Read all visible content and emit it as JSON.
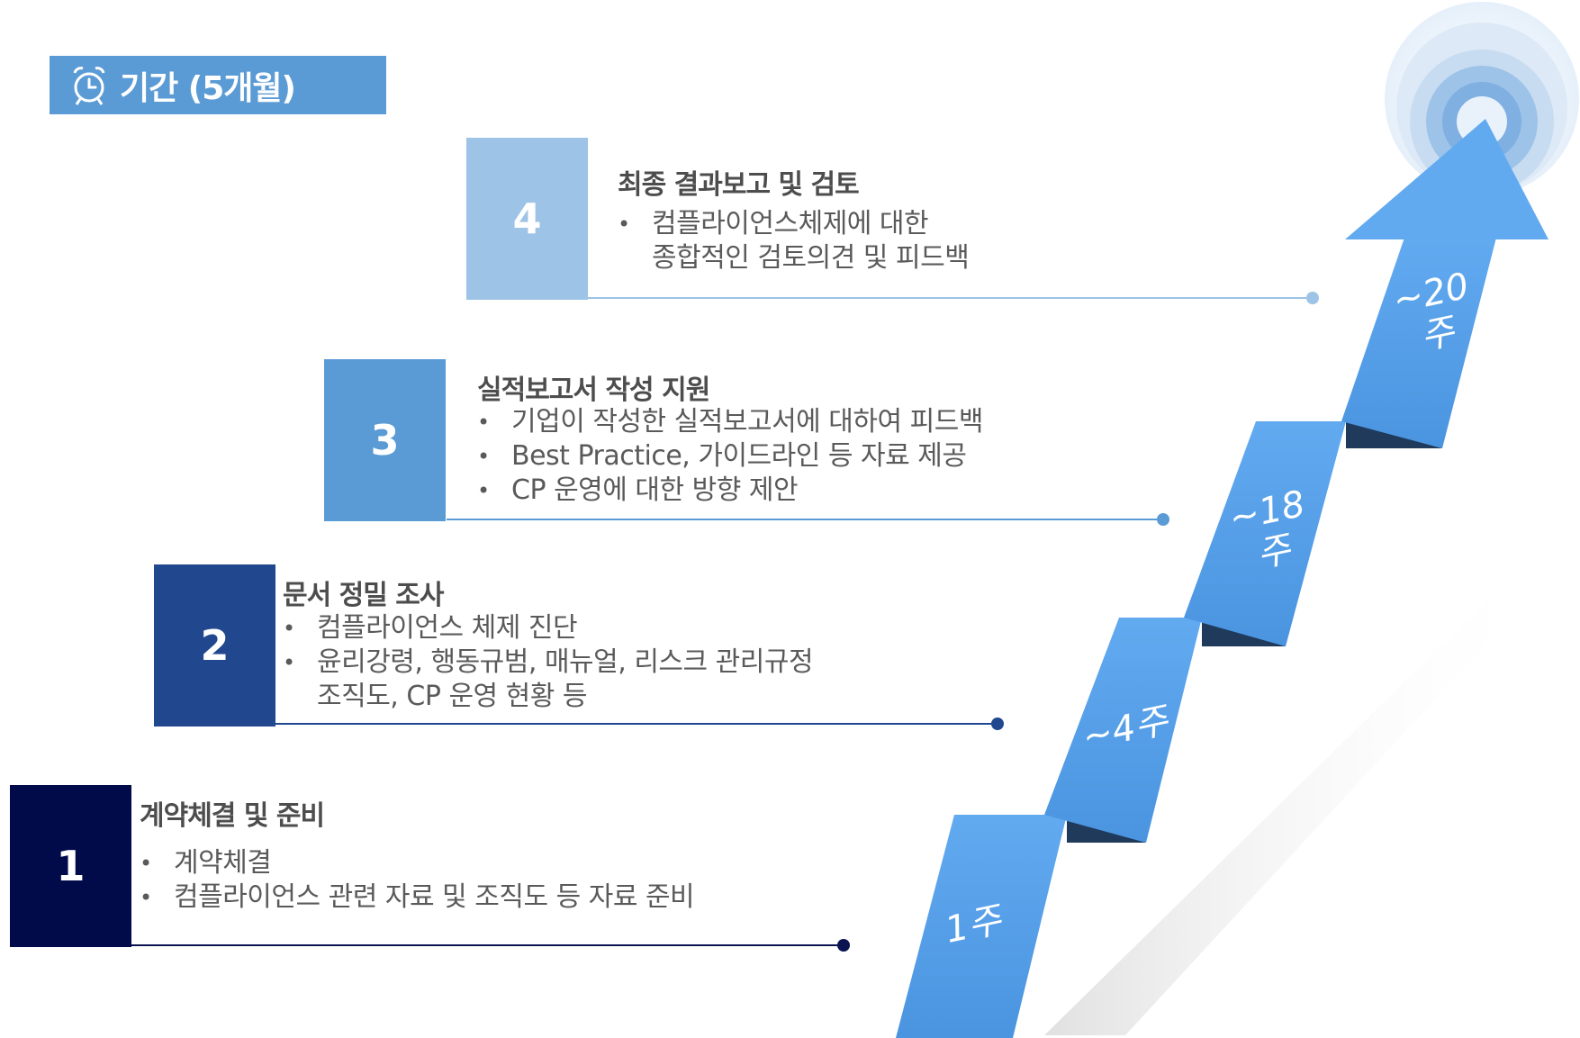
{
  "header": {
    "title": "기간 (5개월)",
    "icon": "alarm-clock-icon"
  },
  "stages": [
    {
      "number": "1",
      "title": "계약체결 및 준비",
      "bullets": [
        "계약체결",
        "컴플라이언스 관련 자료 및 조직도 등 자료 준비"
      ],
      "week": "1주",
      "color": "#020b4a"
    },
    {
      "number": "2",
      "title": "문서 정밀 조사",
      "bullets": [
        "컴플라이언스 체제 진단",
        "윤리강령, 행동규범, 매뉴얼, 리스크 관리규정",
        "조직도, CP 운영 현황 등"
      ],
      "week": "~4주",
      "color": "#21488f"
    },
    {
      "number": "3",
      "title": "실적보고서  작성 지원",
      "bullets": [
        "기업이 작성한 실적보고서에 대하여 피드백",
        "Best Practice, 가이드라인 등 자료 제공",
        "CP 운영에 대한 방향 제안"
      ],
      "week": "~18 주",
      "color": "#5b9bd5"
    },
    {
      "number": "4",
      "title": "최종 결과보고 및 검토",
      "bullets": [
        "컴플라이언스체제에 대한",
        "종합적인 검토의견 및 피드백"
      ],
      "week": "~20 주",
      "color": "#9dc3e6"
    }
  ],
  "colors": {
    "arrow": "#5ba4ec",
    "arrow_shadow": "#1f3a5a",
    "target": "#9dc3e6"
  }
}
